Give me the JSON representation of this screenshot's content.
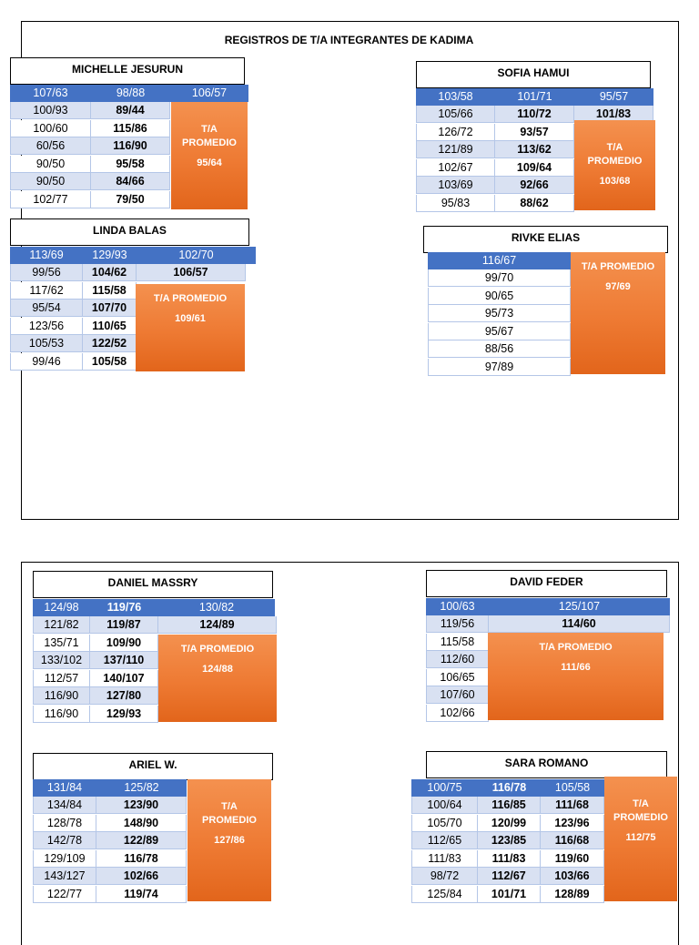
{
  "document": {
    "title": "REGISTROS DE T/A INTEGRANTES DE KADIMA"
  },
  "members": {
    "michelle": {
      "name": "MICHELLE JESURUN",
      "header": [
        "107/63",
        "98/88",
        "106/57"
      ],
      "col1": [
        "100/93",
        "100/60",
        "60/56",
        "90/50",
        "90/50",
        "102/77"
      ],
      "col2": [
        "89/44",
        "115/86",
        "116/90",
        "95/58",
        "84/66",
        "79/50"
      ],
      "avg_label": "T/A",
      "avg_label2": "PROMEDIO",
      "avg_value": "95/64"
    },
    "sofia": {
      "name": "SOFIA HAMUI",
      "header": [
        "103/58",
        "101/71",
        "95/57"
      ],
      "row1_col3": "101/83",
      "col1": [
        "105/66",
        "126/72",
        "121/89",
        "102/67",
        "103/69",
        "95/83"
      ],
      "col2": [
        "110/72",
        "93/57",
        "113/62",
        "109/64",
        "92/66",
        "88/62"
      ],
      "avg_label": "T/A",
      "avg_label2": "PROMEDIO",
      "avg_value": "103/68"
    },
    "linda": {
      "name": "LINDA BALAS",
      "header": [
        "113/69",
        "129/93",
        "102/70"
      ],
      "row1_col3": "106/57",
      "col1": [
        "99/56",
        "117/62",
        "95/54",
        "123/56",
        "105/53",
        "99/46"
      ],
      "col2": [
        "104/62",
        "115/58",
        "107/70",
        "110/65",
        "122/52",
        "105/58"
      ],
      "avg_label": "T/A PROMEDIO",
      "avg_value": "109/61"
    },
    "rivke": {
      "name": "RIVKE ELIAS",
      "header": [
        "116/67"
      ],
      "col1": [
        "99/70",
        "90/65",
        "95/73",
        "95/67",
        "88/56",
        "97/89"
      ],
      "avg_label": "T/A PROMEDIO",
      "avg_value": "97/69"
    },
    "daniel": {
      "name": "DANIEL MASSRY",
      "header": [
        "124/98",
        "119/76",
        "130/82"
      ],
      "row1_col3": "124/89",
      "col1": [
        "121/82",
        "135/71",
        "133/102",
        "112/57",
        "116/90",
        "116/90"
      ],
      "col2": [
        "119/87",
        "109/90",
        "137/110",
        "140/107",
        "127/80",
        "129/93"
      ],
      "avg_label": "T/A PROMEDIO",
      "avg_value": "124/88"
    },
    "david": {
      "name": "DAVID FEDER",
      "header": [
        "100/63",
        "125/107"
      ],
      "row1_col2": "114/60",
      "col1": [
        "119/56",
        "115/58",
        "112/60",
        "106/65",
        "107/60",
        "102/66"
      ],
      "avg_label": "T/A PROMEDIO",
      "avg_value": "111/66"
    },
    "ariel": {
      "name": "ARIEL W.",
      "header": [
        "131/84",
        "125/82"
      ],
      "col1": [
        "134/84",
        "128/78",
        "142/78",
        "129/109",
        "143/127",
        "122/77"
      ],
      "col2": [
        "123/90",
        "148/90",
        "122/89",
        "116/78",
        "102/66",
        "119/74"
      ],
      "avg_label": "T/A",
      "avg_label2": "PROMEDIO",
      "avg_value": "127/86"
    },
    "sara": {
      "name": "SARA ROMANO",
      "header": [
        "100/75",
        "116/78",
        "105/58"
      ],
      "col1": [
        "100/64",
        "105/70",
        "112/65",
        "111/83",
        "98/72",
        "125/84"
      ],
      "col2": [
        "116/85",
        "120/99",
        "123/85",
        "111/83",
        "112/67",
        "101/71"
      ],
      "col3": [
        "111/68",
        "123/96",
        "116/68",
        "119/60",
        "103/66",
        "128/89"
      ],
      "avg_label": "T/A",
      "avg_label2": "PROMEDIO",
      "avg_value": "112/75"
    }
  }
}
